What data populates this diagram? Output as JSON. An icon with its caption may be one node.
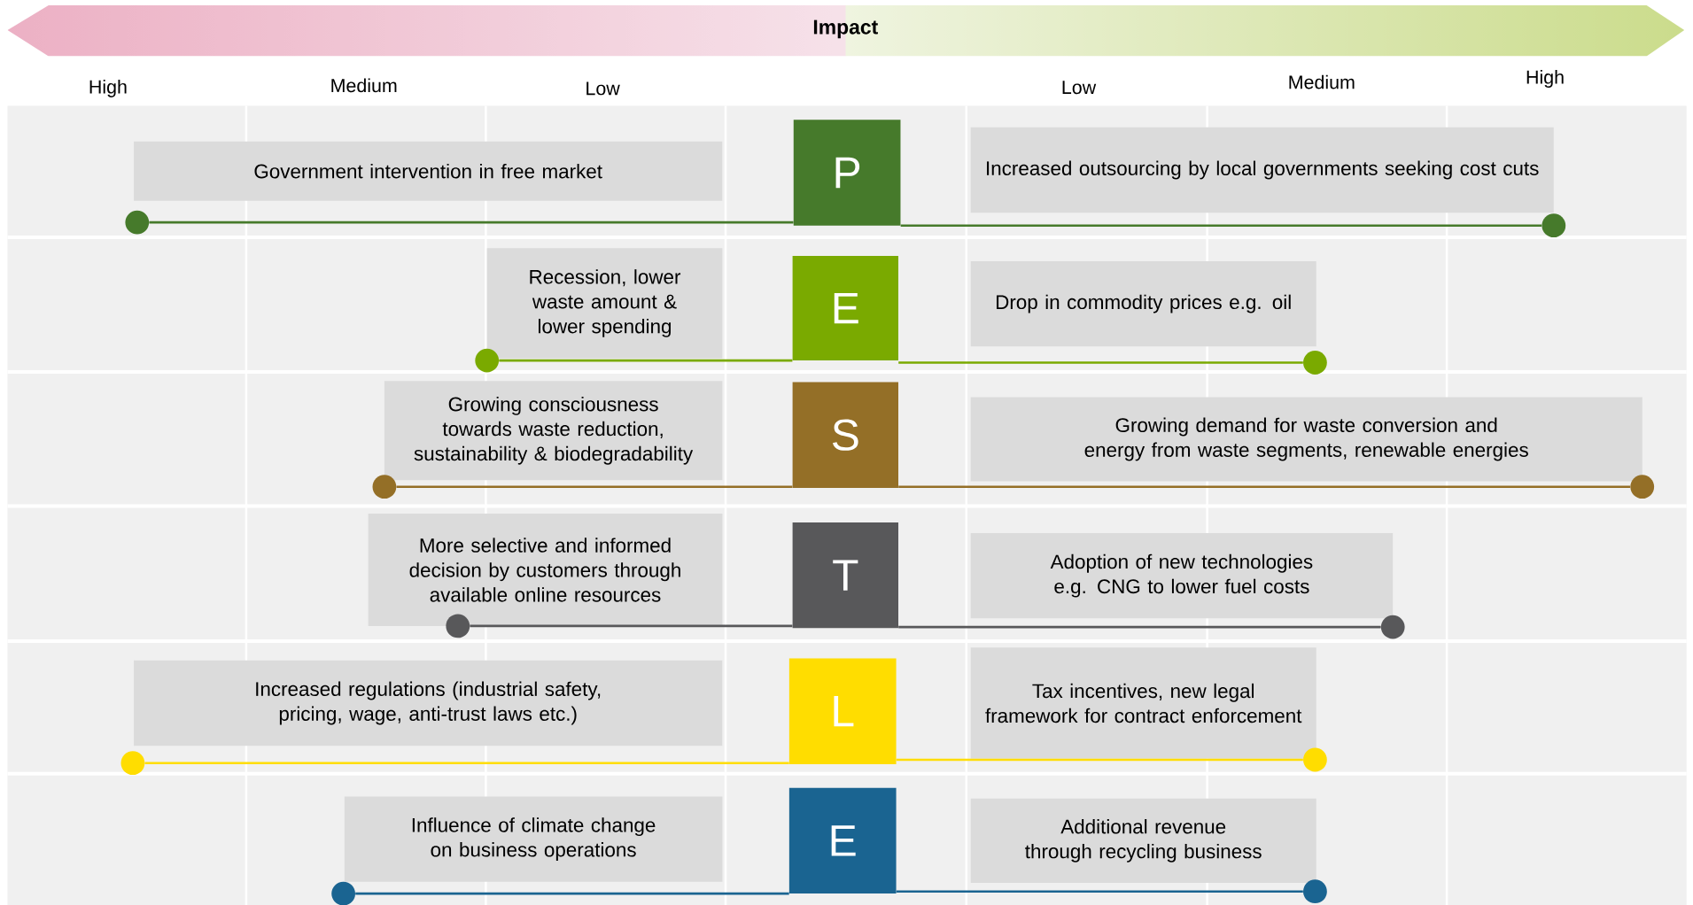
{
  "diagram": {
    "nodes": [
      {
        "text": [
          "Government intervention in free market"
        ]
      },
      {
        "text": [
          "P"
        ]
      },
      {
        "text": [
          "Increased outsourcing by local governments seeking cost cuts"
        ]
      },
      {
        "text": [],
        "shape": "circle"
      },
      {
        "text": [],
        "shape": "circle"
      },
      {
        "text": [
          "Recession, lower waste amount & lower spending"
        ]
      },
      {
        "text": [
          "E"
        ]
      },
      {
        "text": [
          "Drop in commodity prices e.g. oil"
        ]
      },
      {
        "text": [],
        "shape": "circle"
      },
      {
        "text": [],
        "shape": "circle"
      },
      {
        "text": [
          "Growing consciousness towards waste reduction, sustainability & biodegradability"
        ]
      },
      {
        "text": [
          "S"
        ]
      },
      {
        "text": [
          "Growing demand for waste conversion and energy from waste segments, renewable energies"
        ]
      },
      {
        "text": [],
        "shape": "circle"
      },
      {
        "text": [],
        "shape": "circle"
      },
      {
        "text": [
          "More selective and informed decision by customers through available online resources"
        ]
      },
      {
        "text": [
          "T"
        ]
      },
      {
        "text": [
          "Adoption of new technologies e.g. CNG to lower fuel costs"
        ]
      },
      {
        "text": [],
        "shape": "circle"
      },
      {
        "text": [],
        "shape": "circle"
      },
      {
        "text": [
          "Increased regulations (industrial safety, pricing, wage, anti-trust laws etc.)"
        ]
      },
      {
        "text": [
          "L"
        ]
      },
      {
        "text": [
          "Tax incentives, new legal framework for contract enforcement"
        ]
      },
      {
        "text": [],
        "shape": "circle"
      },
      {
        "text": [],
        "shape": "circle"
      },
      {
        "text": [
          "Influence of climate change on business operations"
        ]
      },
      {
        "text": [
          "E"
        ]
      },
      {
        "text": [
          "Additional revenue through recycling business"
        ]
      },
      {
        "text": [],
        "shape": "circle"
      },
      {
        "text": [],
        "shape": "circle"
      }
    ],
    "edges": [
      {
        "from": 3,
        "to": 1,
        "arrow": "none",
        "color": "#467a2b"
      },
      {
        "from": 1,
        "to": 4,
        "arrow": "none",
        "color": "#467a2b"
      },
      {
        "from": 8,
        "to": 6,
        "arrow": "none",
        "color": "#7aaa00"
      },
      {
        "from": 6,
        "to": 9,
        "arrow": "none",
        "color": "#7aaa00"
      },
      {
        "from": 13,
        "to": 11,
        "arrow": "none",
        "color": "#946f27"
      },
      {
        "from": 11,
        "to": 14,
        "arrow": "none",
        "color": "#946f27"
      },
      {
        "from": 18,
        "to": 16,
        "arrow": "none",
        "color": "#58585a"
      },
      {
        "from": 16,
        "to": 19,
        "arrow": "none",
        "color": "#58585a"
      },
      {
        "from": 23,
        "to": 21,
        "arrow": "none",
        "color": "#ffdd00"
      },
      {
        "from": 21,
        "to": 24,
        "arrow": "none",
        "color": "#ffdd00"
      },
      {
        "from": 28,
        "to": 26,
        "arrow": "none",
        "color": "#1a6491"
      },
      {
        "from": 26,
        "to": 29,
        "arrow": "none",
        "color": "#1a6491"
      }
    ],
    "labels": [
      "Impact",
      "High",
      "Medium",
      "Low",
      "Low",
      "Medium",
      "High"
    ]
  }
}
